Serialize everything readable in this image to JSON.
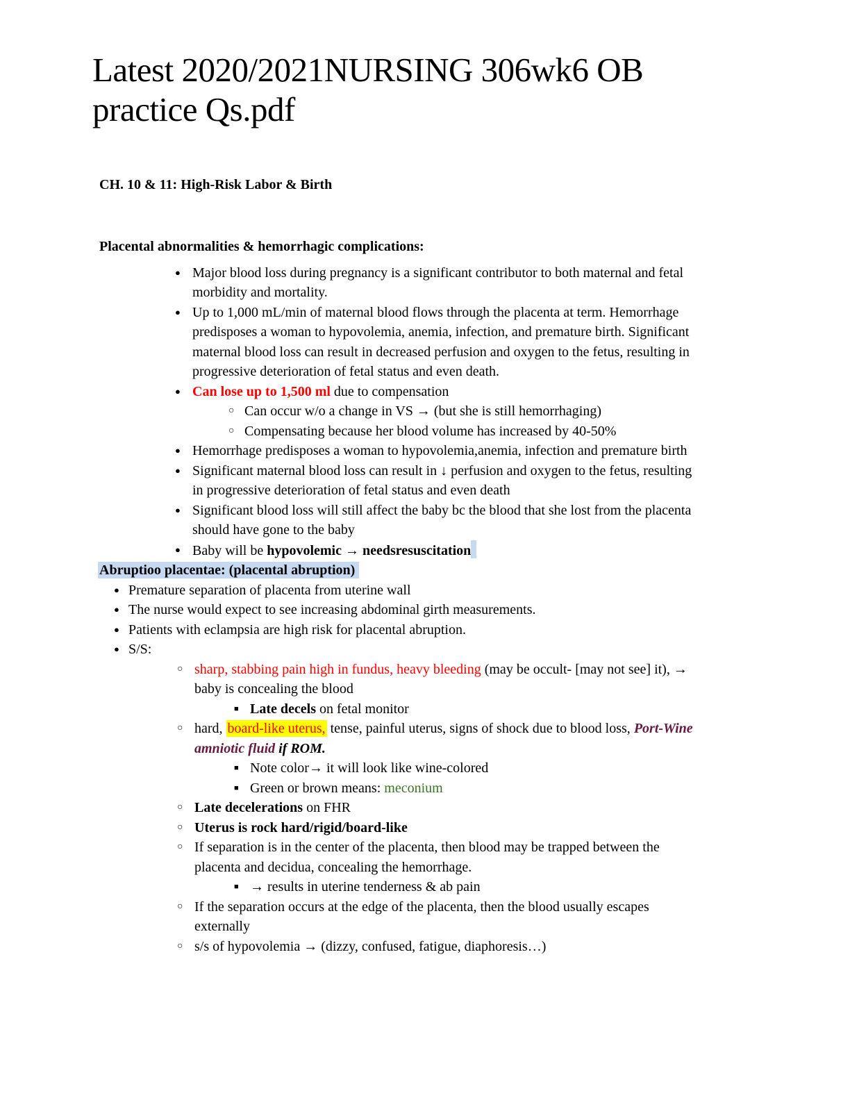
{
  "title": {
    "line1": "Latest 2020/2021NURSING 306wk6 OB",
    "line2": "practice Qs.pdf"
  },
  "chapter_heading": "CH. 10 & 11: High-Risk Labor & Birth",
  "colors": {
    "red": "#ff0000",
    "yellow_highlight": "#ffff00",
    "blue_highlight": "#c6d9f1",
    "plum": "#651a40",
    "green": "#38761d"
  },
  "bullets": {
    "1": "●",
    "2": "○",
    "3": "■"
  },
  "sections": [
    {
      "heading": {
        "runs": [
          {
            "t": "Placental abnormalities & hemorrhagic complications:",
            "s": "b"
          }
        ],
        "highlight": false
      },
      "items": [
        {
          "level": 1,
          "lines": [
            [
              {
                "t": "Major blood loss during pregnancy is a significant contributor to both maternal and fetal"
              }
            ],
            [
              {
                "t": "morbidity and mortality."
              }
            ]
          ]
        },
        {
          "level": 1,
          "lines": [
            [
              {
                "t": "Up to 1,000 mL/min of maternal blood flows through the placenta at term. Hemorrhage"
              }
            ],
            [
              {
                "t": "predisposes a woman to hypovolemia, anemia, infection, and premature birth. Significant"
              }
            ],
            [
              {
                "t": "maternal blood loss can result in decreased perfusion and oxygen to the fetus, resulting in"
              }
            ],
            [
              {
                "t": "progressive deterioration of fetal status and even death."
              }
            ]
          ]
        },
        {
          "level": 1,
          "lines": [
            [
              {
                "t": "Can lose up to 1,500 ml",
                "s": "rb"
              },
              {
                "t": " due to compensation"
              }
            ]
          ]
        },
        {
          "level": 2,
          "lines": [
            [
              {
                "t": "Can occur w/o a change in VS → (but she is still hemorrhaging)"
              }
            ]
          ]
        },
        {
          "level": 2,
          "lines": [
            [
              {
                "t": "Compensating because her blood volume has increased by 40-50%"
              }
            ]
          ]
        },
        {
          "level": 1,
          "lines": [
            [
              {
                "t": "Hemorrhage predisposes a woman to hypovolemia,anemia, infection and premature birth"
              }
            ]
          ]
        },
        {
          "level": 1,
          "lines": [
            [
              {
                "t": "Significant maternal blood loss can result in ↓ perfusion and oxygen to the fetus, resulting"
              }
            ],
            [
              {
                "t": "in progressive deterioration of fetal status and even death"
              }
            ]
          ]
        },
        {
          "level": 1,
          "lines": [
            [
              {
                "t": "Significant blood loss will still affect the baby bc the blood that she lost from the placenta"
              }
            ],
            [
              {
                "t": "should have gone to the baby"
              }
            ]
          ]
        },
        {
          "level": 1,
          "lines": [
            [
              {
                "t": "Baby will be "
              },
              {
                "t": "hypovolemic",
                "s": "b"
              },
              {
                "t": " → "
              },
              {
                "t": "needsresuscitation",
                "s": "b"
              },
              {
                "t": " ",
                "s": "hl"
              }
            ]
          ]
        }
      ]
    },
    {
      "heading": {
        "runs": [
          {
            "t": "Abruptioo placentae: (placental abruption)",
            "s": "b"
          }
        ],
        "highlight": true
      },
      "items": [
        {
          "level": 1,
          "lines": [
            [
              {
                "t": "Premature separation of placenta from uterine wall"
              }
            ]
          ]
        },
        {
          "level": 1,
          "lines": [
            [
              {
                "t": "The nurse would expect to see increasing abdominal girth measurements."
              }
            ]
          ]
        },
        {
          "level": 1,
          "lines": [
            [
              {
                "t": "Patients with eclampsia are high risk for placental abruption."
              }
            ]
          ]
        },
        {
          "level": 1,
          "lines": [
            [
              {
                "t": "S/S:"
              }
            ]
          ]
        },
        {
          "level": 2,
          "lines": [
            [
              {
                "t": "sharp, stabbing pain high in fundus, heavy bleeding",
                "s": "r"
              },
              {
                "t": " (may be occult- [may not see] it), →"
              }
            ],
            [
              {
                "t": "baby is concealing the blood"
              }
            ]
          ]
        },
        {
          "level": 3,
          "lines": [
            [
              {
                "t": "Late decels",
                "s": "b"
              },
              {
                "t": " on fetal monitor"
              }
            ]
          ]
        },
        {
          "level": 2,
          "lines": [
            [
              {
                "t": "hard, "
              },
              {
                "t": "board-like uterus,",
                "s": "ry"
              },
              {
                "t": " tense, painful uterus, signs of shock due to blood loss, "
              },
              {
                "t": "Port-Wine",
                "s": "pi"
              }
            ],
            [
              {
                "t": "amniotic fluid",
                "s": "pi"
              },
              {
                "t": " if ROM.",
                "s": "bi"
              }
            ]
          ]
        },
        {
          "level": 3,
          "lines": [
            [
              {
                "t": "Note color→ it will look like wine-colored"
              }
            ]
          ]
        },
        {
          "level": 3,
          "lines": [
            [
              {
                "t": "Green or brown means: "
              },
              {
                "t": "meconium",
                "s": "g"
              }
            ]
          ]
        },
        {
          "level": 2,
          "lines": [
            [
              {
                "t": "Late decelerations",
                "s": "b"
              },
              {
                "t": " on FHR"
              }
            ]
          ]
        },
        {
          "level": 2,
          "lines": [
            [
              {
                "t": "Uterus is rock hard/rigid/board-like",
                "s": "b"
              }
            ]
          ]
        },
        {
          "level": 2,
          "lines": [
            [
              {
                "t": "If separation is in the center of the placenta, then blood may be trapped between the"
              }
            ],
            [
              {
                "t": "placenta and decidua, concealing the hemorrhage."
              }
            ]
          ]
        },
        {
          "level": 3,
          "lines": [
            [
              {
                "t": "→ results in uterine tenderness & ab pain"
              }
            ]
          ]
        },
        {
          "level": 2,
          "lines": [
            [
              {
                "t": "If the separation occurs at the edge of the placenta, then the blood usually escapes"
              }
            ],
            [
              {
                "t": "externally"
              }
            ]
          ]
        },
        {
          "level": 2,
          "lines": [
            [
              {
                "t": "s/s of hypovolemia → (dizzy, confused, fatigue, diaphoresis…)"
              }
            ]
          ]
        }
      ]
    }
  ]
}
